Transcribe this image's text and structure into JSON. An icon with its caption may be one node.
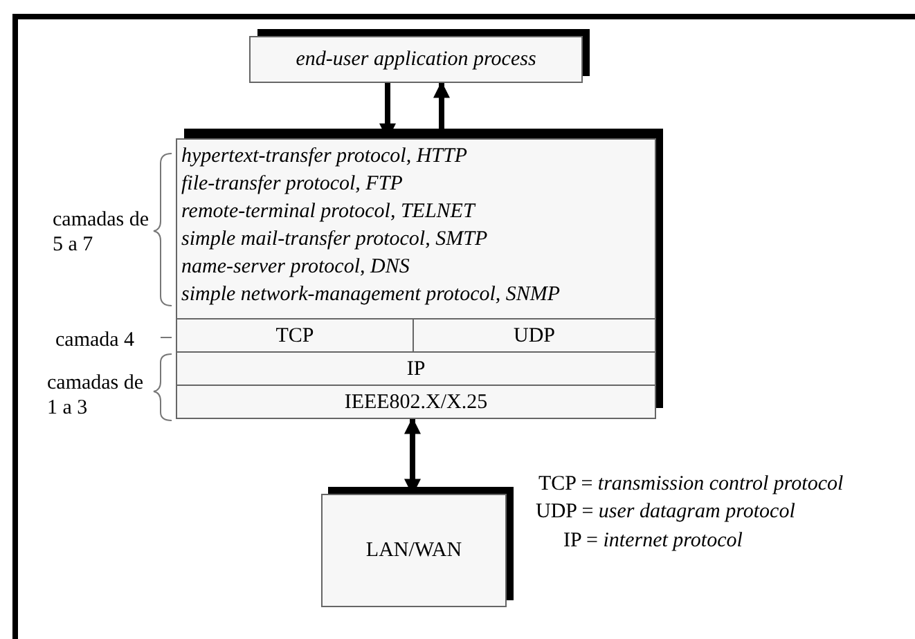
{
  "diagram": {
    "nodes": [
      {
        "text": [
          "end-user application process"
        ]
      },
      {
        "text": [
          "hypertext-transfer protocol, HTTP",
          "file-transfer protocol, FTP",
          "remote-terminal protocol, TELNET",
          "simple mail-transfer protocol, SMTP",
          "name-server protocol, DNS",
          "simple network-management protocol, SNMP"
        ]
      },
      {
        "text": [
          "TCP"
        ]
      },
      {
        "text": [
          "UDP"
        ]
      },
      {
        "text": [
          "IP"
        ]
      },
      {
        "text": [
          "IEEE802.X/X.25"
        ]
      },
      {
        "text": [
          "LAN/WAN"
        ]
      }
    ],
    "edges": [
      {
        "from": 0,
        "to": 1,
        "arrow": "to"
      },
      {
        "from": 1,
        "to": 0,
        "arrow": "to"
      },
      {
        "from": 5,
        "to": 6,
        "arrow": "both"
      }
    ],
    "labels": [
      "camadas de 5 a 7",
      "camada 4",
      "camadas de 1 a 3",
      "TCP = *transmission control protocol*",
      "UDP = *user datagram protocol*",
      "IP = *internet protocol*"
    ]
  }
}
